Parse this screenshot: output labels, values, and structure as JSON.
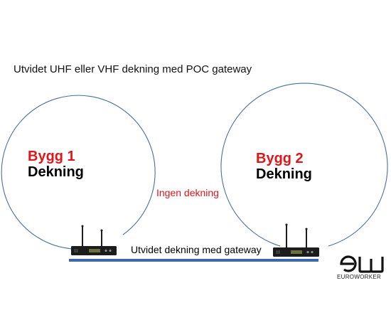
{
  "title": "Utvidet UHF eller VHF dekning med  POC gateway",
  "buildings": [
    {
      "name": "Bygg 1",
      "coverage": "Dekning"
    },
    {
      "name": "Bygg 2",
      "coverage": "Dekning"
    }
  ],
  "gap_label": "Ingen dekning",
  "gateway_link_label": "Utvidet dekning med gateway",
  "brand": {
    "mark": "EW",
    "text": "EUROWORKER"
  },
  "colors": {
    "circle": "#4a6f9e",
    "link": "#3c6aa8",
    "accent": "#e0161b",
    "device": "#1c1c1c"
  },
  "icons": [
    "radio-base-station-icon",
    "euroworker-logo-icon"
  ]
}
